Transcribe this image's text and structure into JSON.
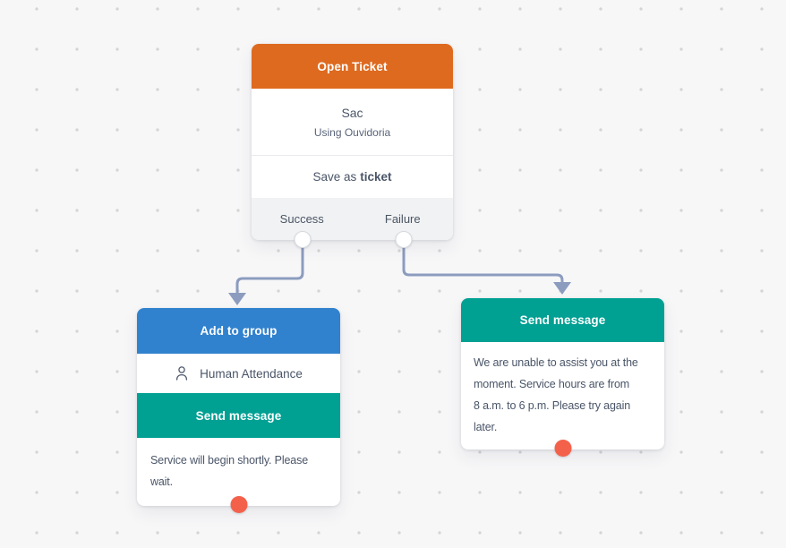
{
  "canvas": {
    "background_color": "#F7F7F8",
    "dot_color": "#D5D5D7",
    "connector_color": "#8C9CBF",
    "port_fill": "#FFFFFF",
    "handle_color": "#F4614B"
  },
  "nodes": {
    "open_ticket": {
      "header": "Open Ticket",
      "header_color": "#DE6A1F",
      "title": "Sac",
      "subtitle": "Using Ouvidoria",
      "action_prefix": "Save as",
      "action_emphasis": "ticket",
      "outputs": [
        {
          "label": "Success"
        },
        {
          "label": "Failure"
        }
      ]
    },
    "add_to_group": {
      "header": "Add to group",
      "header_color": "#3182CE",
      "group_icon": "person-icon",
      "group_name": "Human Attendance",
      "subheader": "Send message",
      "subheader_color": "#00A093",
      "message_lines": [
        "Service will begin shortly. Please",
        "wait."
      ]
    },
    "send_message": {
      "header": "Send message",
      "header_color": "#00A093",
      "message_lines": [
        "We are unable to assist you at the",
        "moment. Service hours are from",
        "8 a.m. to 6 p.m. Please try again",
        "later."
      ]
    }
  }
}
